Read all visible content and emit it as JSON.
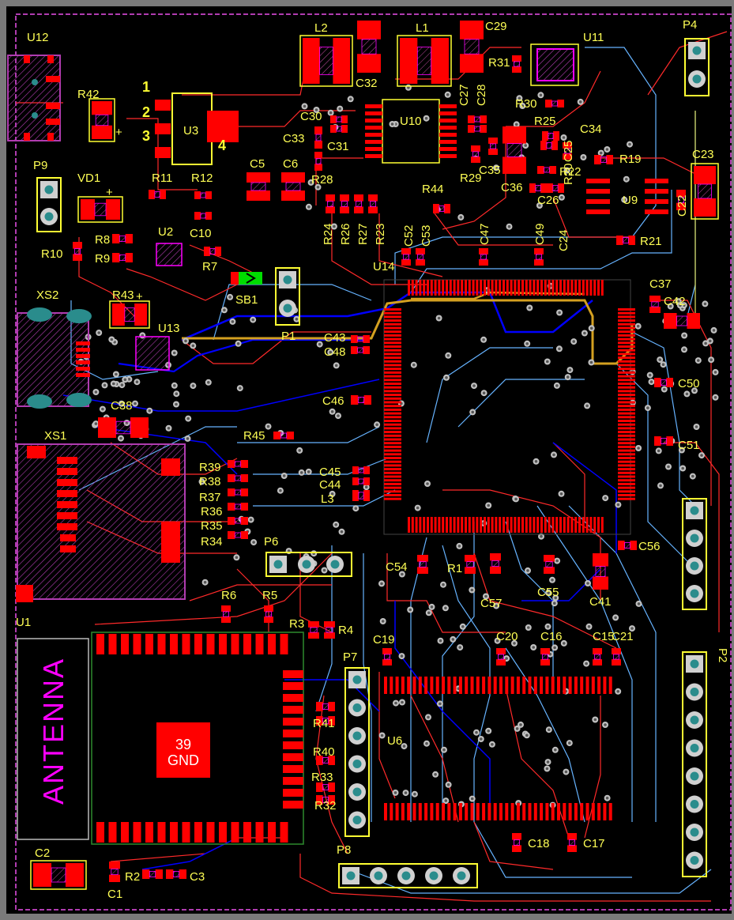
{
  "app": {
    "view": "PCB 2D layout",
    "board_outline_color": "#b03cb0"
  },
  "colors": {
    "background": "#7a7a7a",
    "board": "#000000",
    "top_layer": "#ff0000",
    "bottom_layer": "#0000ff",
    "inner_layer": "#66b3ff",
    "silkscreen": "#ffff33",
    "overlay": "#ff00ff",
    "pad": "#ff0000",
    "via": "#b0b0b0",
    "through_hole": "#2a8c8c",
    "highlight_net": "#d4a020",
    "switch_led": "#00dd00"
  },
  "labels": {
    "U12": "U12",
    "R42": "R42",
    "U3": "U3",
    "L2": "L2",
    "L1": "L1",
    "C29": "C29",
    "U11": "U11",
    "P4": "P4",
    "R31": "R31",
    "C32": "C32",
    "C27": "C27",
    "C28": "C28",
    "R30": "R30",
    "C30": "C30",
    "U10": "U10",
    "R25": "R25",
    "C34": "C34",
    "C33": "C33",
    "C31": "C31",
    "C25": "C25",
    "R19": "R19",
    "C23": "C23",
    "P9": "P9",
    "VD1": "VD1",
    "R11": "R11",
    "R12": "R12",
    "C5": "C5",
    "C6": "C6",
    "R28": "R28",
    "R29": "R29",
    "C35": "C35",
    "R22": "R22",
    "C36": "C36",
    "C26": "C26",
    "R20": "R20",
    "U9": "U9",
    "C22": "C22",
    "R44": "R44",
    "R24": "R24",
    "R26": "R26",
    "R27": "R27",
    "R23": "R23",
    "C52": "C52",
    "C53": "C53",
    "C47": "C47",
    "C49": "C49",
    "C24": "C24",
    "R21": "R21",
    "R8": "R8",
    "U2": "U2",
    "C10": "C10",
    "R9": "R9",
    "R10": "R10",
    "R7": "R7",
    "U14": "U14",
    "C37": "C37",
    "C42": "C42",
    "XS2": "XS2",
    "R43": "R43",
    "SB1": "SB1",
    "P1": "P1",
    "U13": "U13",
    "C43": "C43",
    "C48": "C48",
    "C50": "C50",
    "C46": "C46",
    "C38": "C38",
    "XS1": "XS1",
    "R45": "R45",
    "C51": "C51",
    "R39": "R39",
    "R38": "R38",
    "R37": "R37",
    "R36": "R36",
    "R35": "R35",
    "R34": "R34",
    "C45": "C45",
    "C44": "C44",
    "L3": "L3",
    "P6": "P6",
    "C56": "C56",
    "C54": "C54",
    "R1": "R1",
    "C55": "C55",
    "C57": "C57",
    "C41": "C41",
    "U1": "U1",
    "R6": "R6",
    "R5": "R5",
    "R3": "R3",
    "R4": "R4",
    "P7": "P7",
    "C19": "C19",
    "C20": "C20",
    "C16": "C16",
    "C15": "C15",
    "C21": "C21",
    "P2": "P2",
    "R41": "R41",
    "R40": "R40",
    "R33": "R33",
    "R32": "R32",
    "U6": "U6",
    "C18": "C18",
    "C17": "C17",
    "C2": "C2",
    "R2": "R2",
    "C3": "C3",
    "C1": "C1",
    "P8": "P8"
  },
  "u3_pins": [
    "1",
    "2",
    "3",
    "4"
  ],
  "plus_mark": "+",
  "antenna_text": "ANTENNA",
  "gnd_pad_number": "39",
  "gnd_pad_net": "GND"
}
